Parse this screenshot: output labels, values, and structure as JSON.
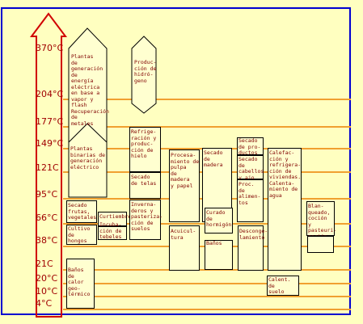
{
  "temperatures": [
    "370°C",
    "204°C",
    "177°C",
    "149°C",
    "121C",
    "95°C",
    "66°C",
    "38°C",
    "21C",
    "20°C",
    "10°C",
    "4°C"
  ],
  "processes": {
    "plantas_generacion": "Plantas\nde\ngeneración\nde\nenergía\neléctrica\nen base a\nvapor y\nflash\nRecuperación\nde\nmetales",
    "produccion_hidrogeno": "Produc-\nción de\nhidró-\ngeno",
    "plantas_binarias": "Plantas\nbinarias de\ngeneración\neléctrico",
    "refrigeracion_hielo": "Refrige-\nración y\nproduc-\nción de\nhielo",
    "secado_telas": "Secado\nde telas",
    "procesamiento_pulpa": "Procesa-\nmiento de\npulpa\nde\nmadera\ny papel",
    "secado_madera": "Secado\nde\nmadera",
    "secado_productos": "Secado\nde pro-\nductos",
    "secado_cabellos": "Secado\nde\ncabellos\ny ajo",
    "calefaccion": "Calefac-\nción y\nrefrigera-\nción de\nviviendas.\nCalenta-\nmiento de\nagua",
    "proc_alimentos": "Proc.\nde\nalimen-\ntos",
    "secado_frutas": "Secado\nfrutas,\nvegetales",
    "cultivo_hongos": "Cultivo\nde\nhongos",
    "curtiembre": "Curtiembre",
    "incubacion": "Incuba-\nción de\ntebeles",
    "invernaderos": "Inverna-\nderos y\npasteriza-\nción de\nsuelos",
    "curado_hormigon": "Curado\nde\nhormigón",
    "banos": "Baños",
    "acuicultura": "Acuicul-\ntura",
    "descongelamiento": "Desconge-\nlamiento",
    "blanqueado": "Blan-\nqueado,\ncoción\ny\npasteuri-\nzación",
    "banos_geotermico": "Baños\nde\ncalor\ngeo-\ntérmico",
    "calent_suelo": "Calent.\nde\nsuelo"
  },
  "colors": {
    "background": "#ffffc0",
    "frame": "#0000d0",
    "gridline": "#f0a030",
    "arrow": "#d00000",
    "text": "#800000"
  }
}
